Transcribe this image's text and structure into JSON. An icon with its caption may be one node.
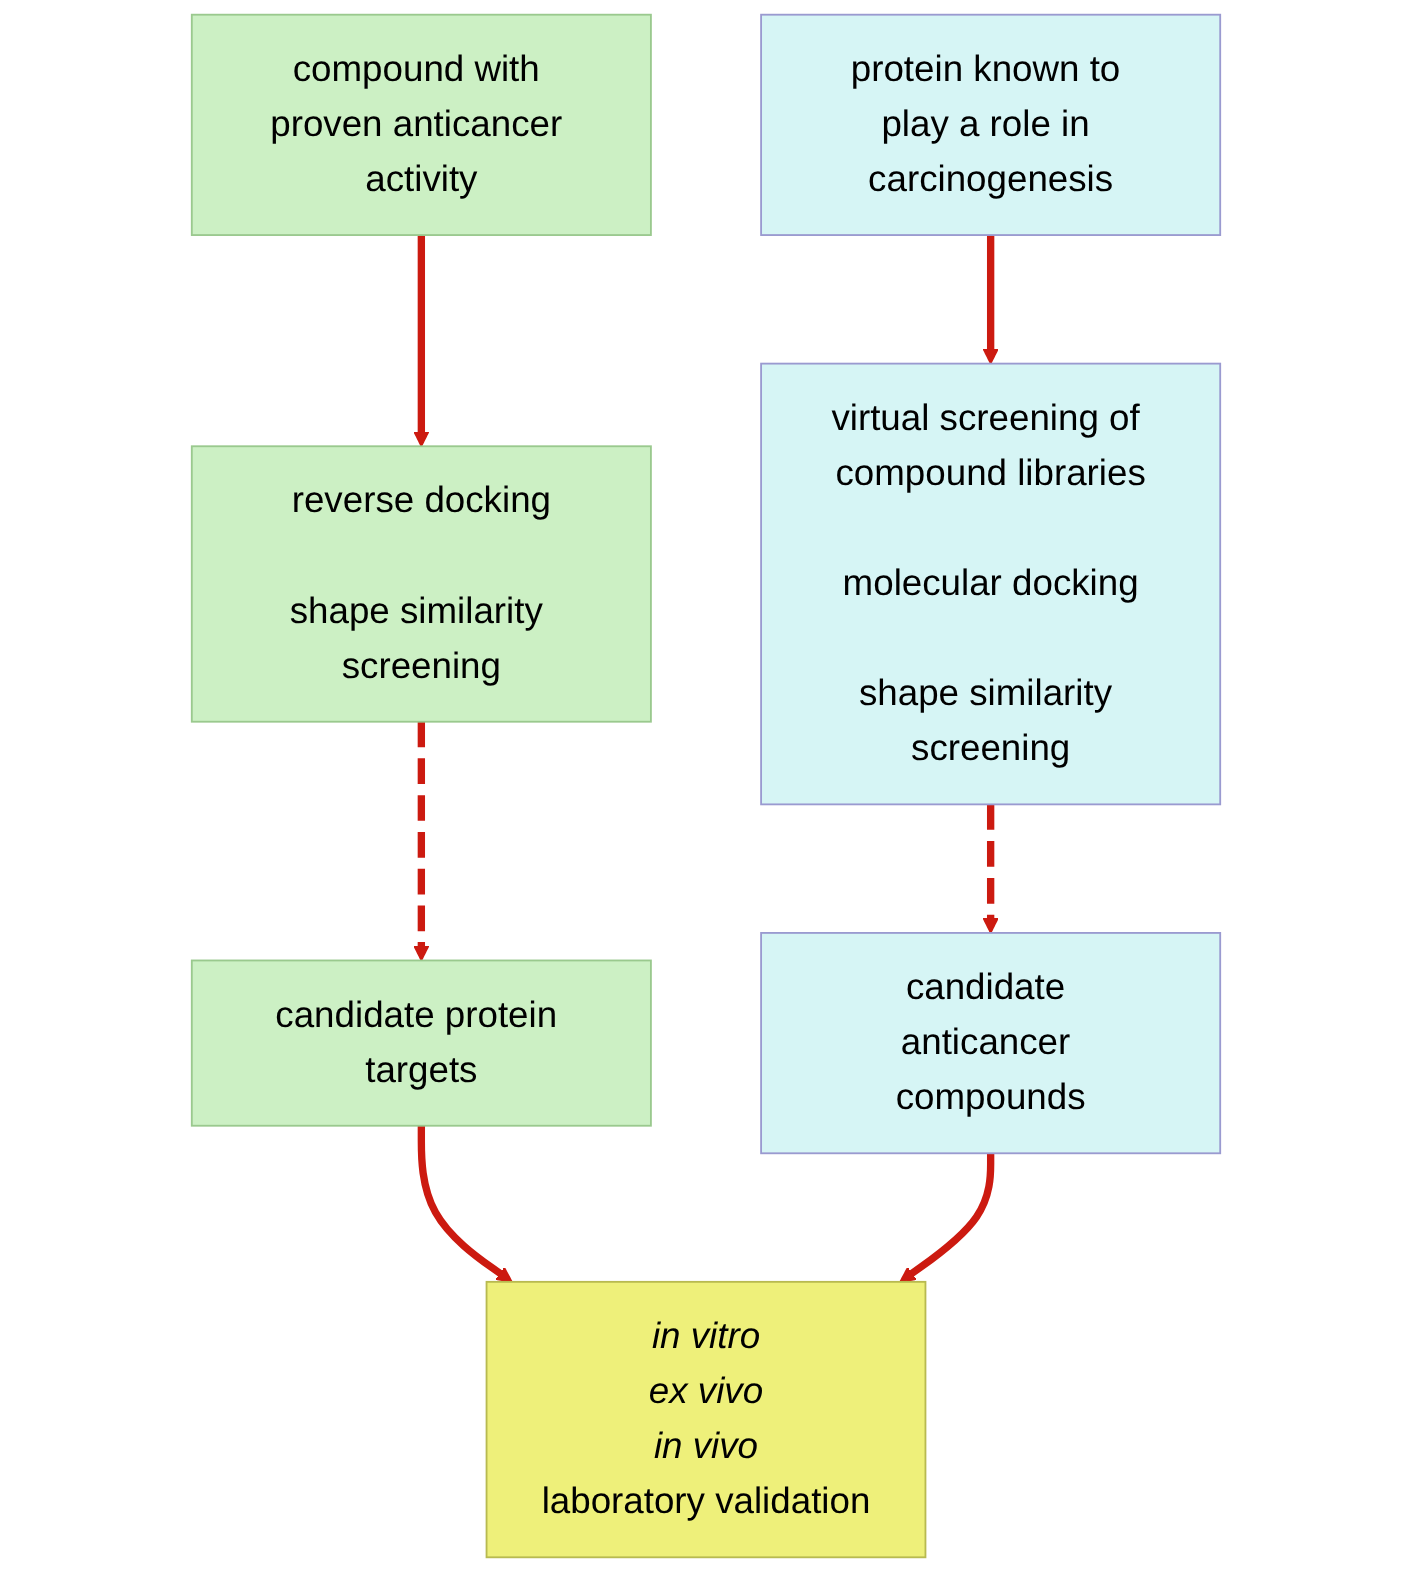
{
  "diagram": {
    "nodes": [
      {
        "text": [
          "compound with proven anticancer activity"
        ]
      },
      {
        "text": [
          "protein known to play a role in carcinogenesis"
        ]
      },
      {
        "text": [
          "reverse docking",
          "shape similarity screening"
        ]
      },
      {
        "text": [
          "virtual screening of compound libraries",
          "molecular docking",
          "shape similarity screening"
        ]
      },
      {
        "text": [
          "candidate protein targets"
        ]
      },
      {
        "text": [
          "candidate anticancer compounds"
        ]
      },
      {
        "text": [
          "*in vitro* *ex vivo* *in vivo* laboratory validation"
        ]
      }
    ],
    "edges": [
      {
        "from": 0,
        "to": 2,
        "arrow": "to"
      },
      {
        "from": 1,
        "to": 3,
        "arrow": "to"
      },
      {
        "from": 2,
        "to": 4,
        "arrow": "to",
        "style": "dashed"
      },
      {
        "from": 3,
        "to": 5,
        "arrow": "to",
        "style": "dashed"
      },
      {
        "from": 4,
        "to": 6,
        "arrow": "to"
      },
      {
        "from": 5,
        "to": 6,
        "arrow": "to"
      }
    ]
  }
}
